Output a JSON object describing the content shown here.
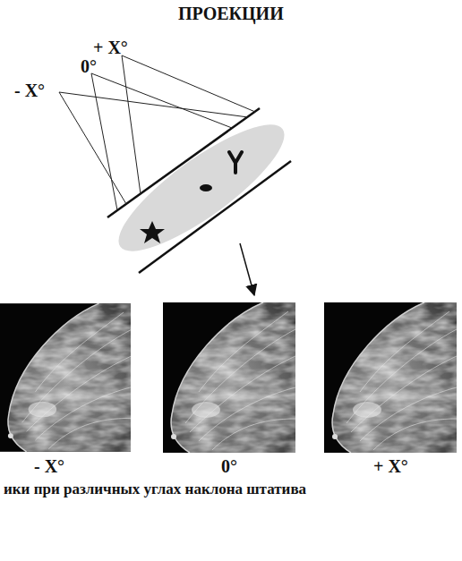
{
  "diagram": {
    "title": "ПРОЕКЦИИ",
    "caption": "ики при различных углах наклона штатива",
    "labels": [
      "+ X°",
      "0°",
      "- X°",
      "- X°",
      "0°",
      "+ X°"
    ]
  }
}
